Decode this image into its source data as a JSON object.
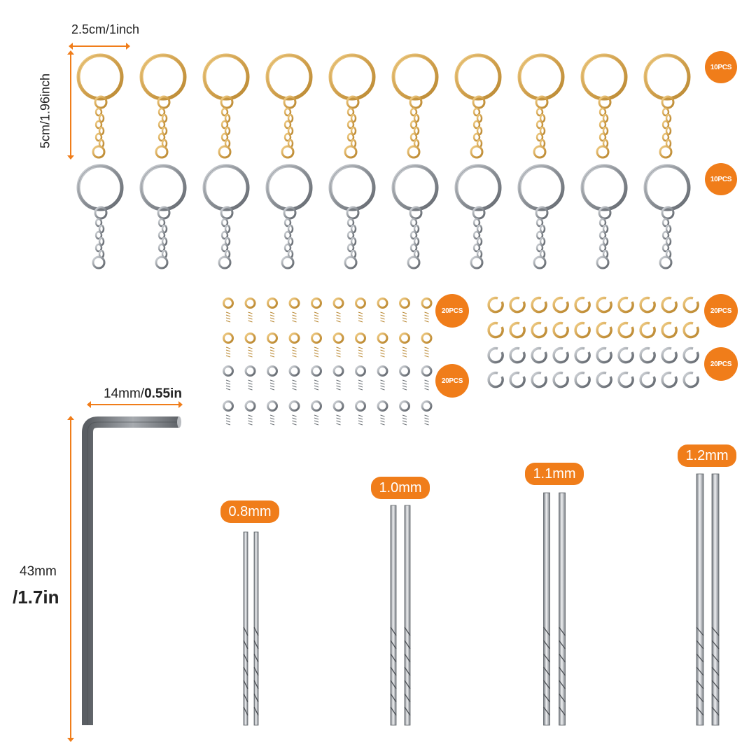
{
  "colors": {
    "accent": "#f07d1a",
    "gold": "#d9ae5c",
    "silver": "#8e9399",
    "key": "#76797d"
  },
  "labels": {
    "ring_width": "2.5cm/1inch",
    "ring_height": "5cm/1.96inch",
    "key_short_mm": "14mm/",
    "key_short_in": "0.55in",
    "key_long_mm": "43mm",
    "key_long_in": "/1.7in"
  },
  "badges": {
    "gold_keyrings": "10PCS",
    "silver_keyrings": "10PCS",
    "screw_eyes_gold": "20PCS",
    "screw_eyes_silver": "20PCS",
    "jump_rings_gold": "20PCS",
    "jump_rings_silver": "20PCS"
  },
  "drill_bits": [
    {
      "size": "0.8mm"
    },
    {
      "size": "1.0mm"
    },
    {
      "size": "1.1mm"
    },
    {
      "size": "1.2mm"
    }
  ],
  "items": {
    "keyrings_per_row": 10,
    "screw_eyes_per_row": 10,
    "jump_rings_per_row": 10
  }
}
